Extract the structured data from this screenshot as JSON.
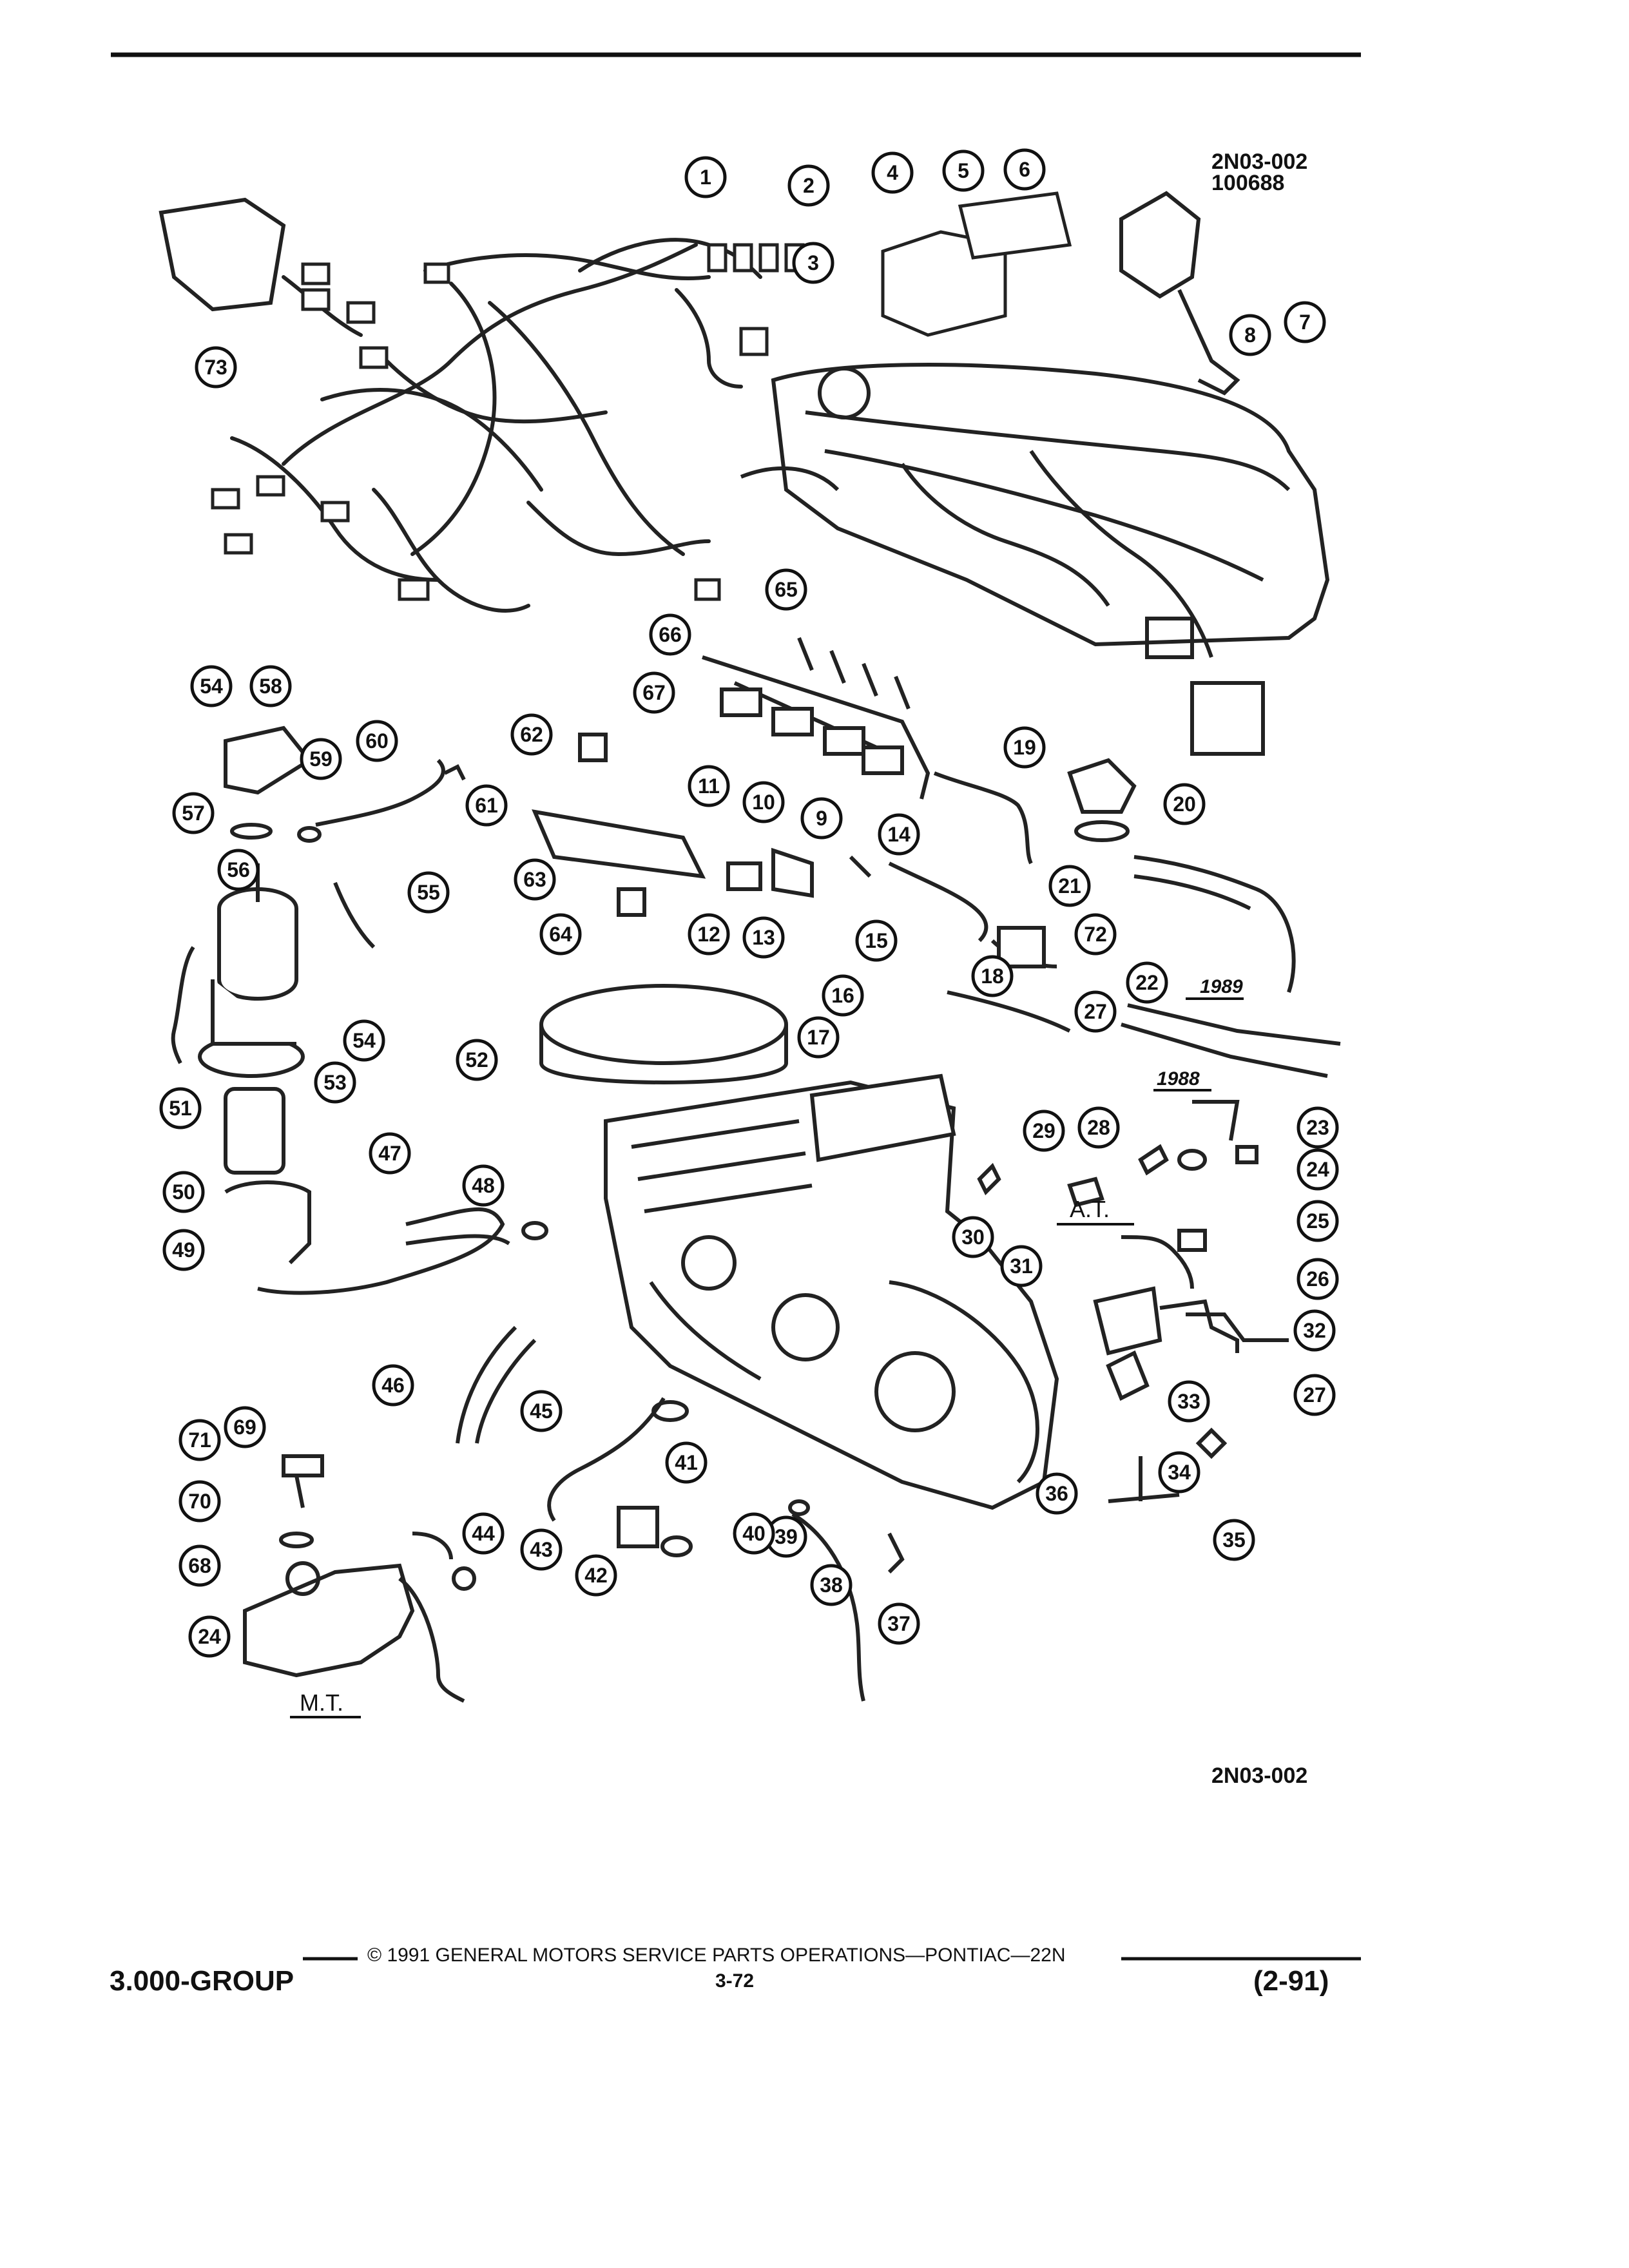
{
  "header": {
    "fig_code": "2N03-002",
    "fig_number": "100688"
  },
  "labels": {
    "mt": "M.T.",
    "at": "A.T.",
    "y1989": "1989",
    "y1988": "1988",
    "fig_code_bottom": "2N03-002"
  },
  "footer": {
    "group": "3.000-GROUP",
    "copyright": "© 1991 GENERAL MOTORS SERVICE PARTS OPERATIONS—PONTIAC—22N",
    "page": "3-72",
    "date": "(2-91)"
  },
  "callouts": [
    "1",
    "2",
    "3",
    "4",
    "5",
    "6",
    "7",
    "8",
    "9",
    "10",
    "11",
    "12",
    "13",
    "14",
    "15",
    "16",
    "17",
    "18",
    "19",
    "20",
    "21",
    "22",
    "23",
    "24",
    "25",
    "26",
    "27",
    "27",
    "28",
    "29",
    "30",
    "31",
    "32",
    "33",
    "34",
    "35",
    "36",
    "37",
    "38",
    "39",
    "40",
    "41",
    "42",
    "43",
    "44",
    "45",
    "46",
    "47",
    "48",
    "49",
    "50",
    "51",
    "52",
    "53",
    "54",
    "54",
    "55",
    "56",
    "57",
    "58",
    "59",
    "60",
    "61",
    "62",
    "63",
    "64",
    "65",
    "66",
    "67",
    "68",
    "69",
    "70",
    "71",
    "72",
    "73",
    "24"
  ]
}
